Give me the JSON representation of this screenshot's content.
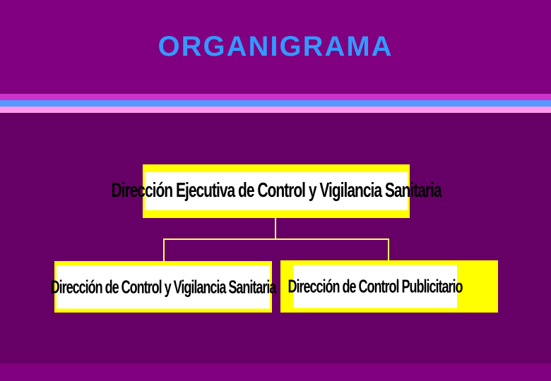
{
  "slide": {
    "title": "ORGANIGRAMA"
  },
  "org_chart": {
    "root": "Dirección Ejecutiva de Control y Vigilancia Sanitaria",
    "children": [
      "Dirección de Control y Vigilancia Sanitaria",
      "Dirección de Control Publicitario"
    ]
  },
  "colors": {
    "background": "#800080",
    "panel": "#660066",
    "title": "#3399ff",
    "box_border": "#ffff00",
    "connector": "#ffff66"
  }
}
